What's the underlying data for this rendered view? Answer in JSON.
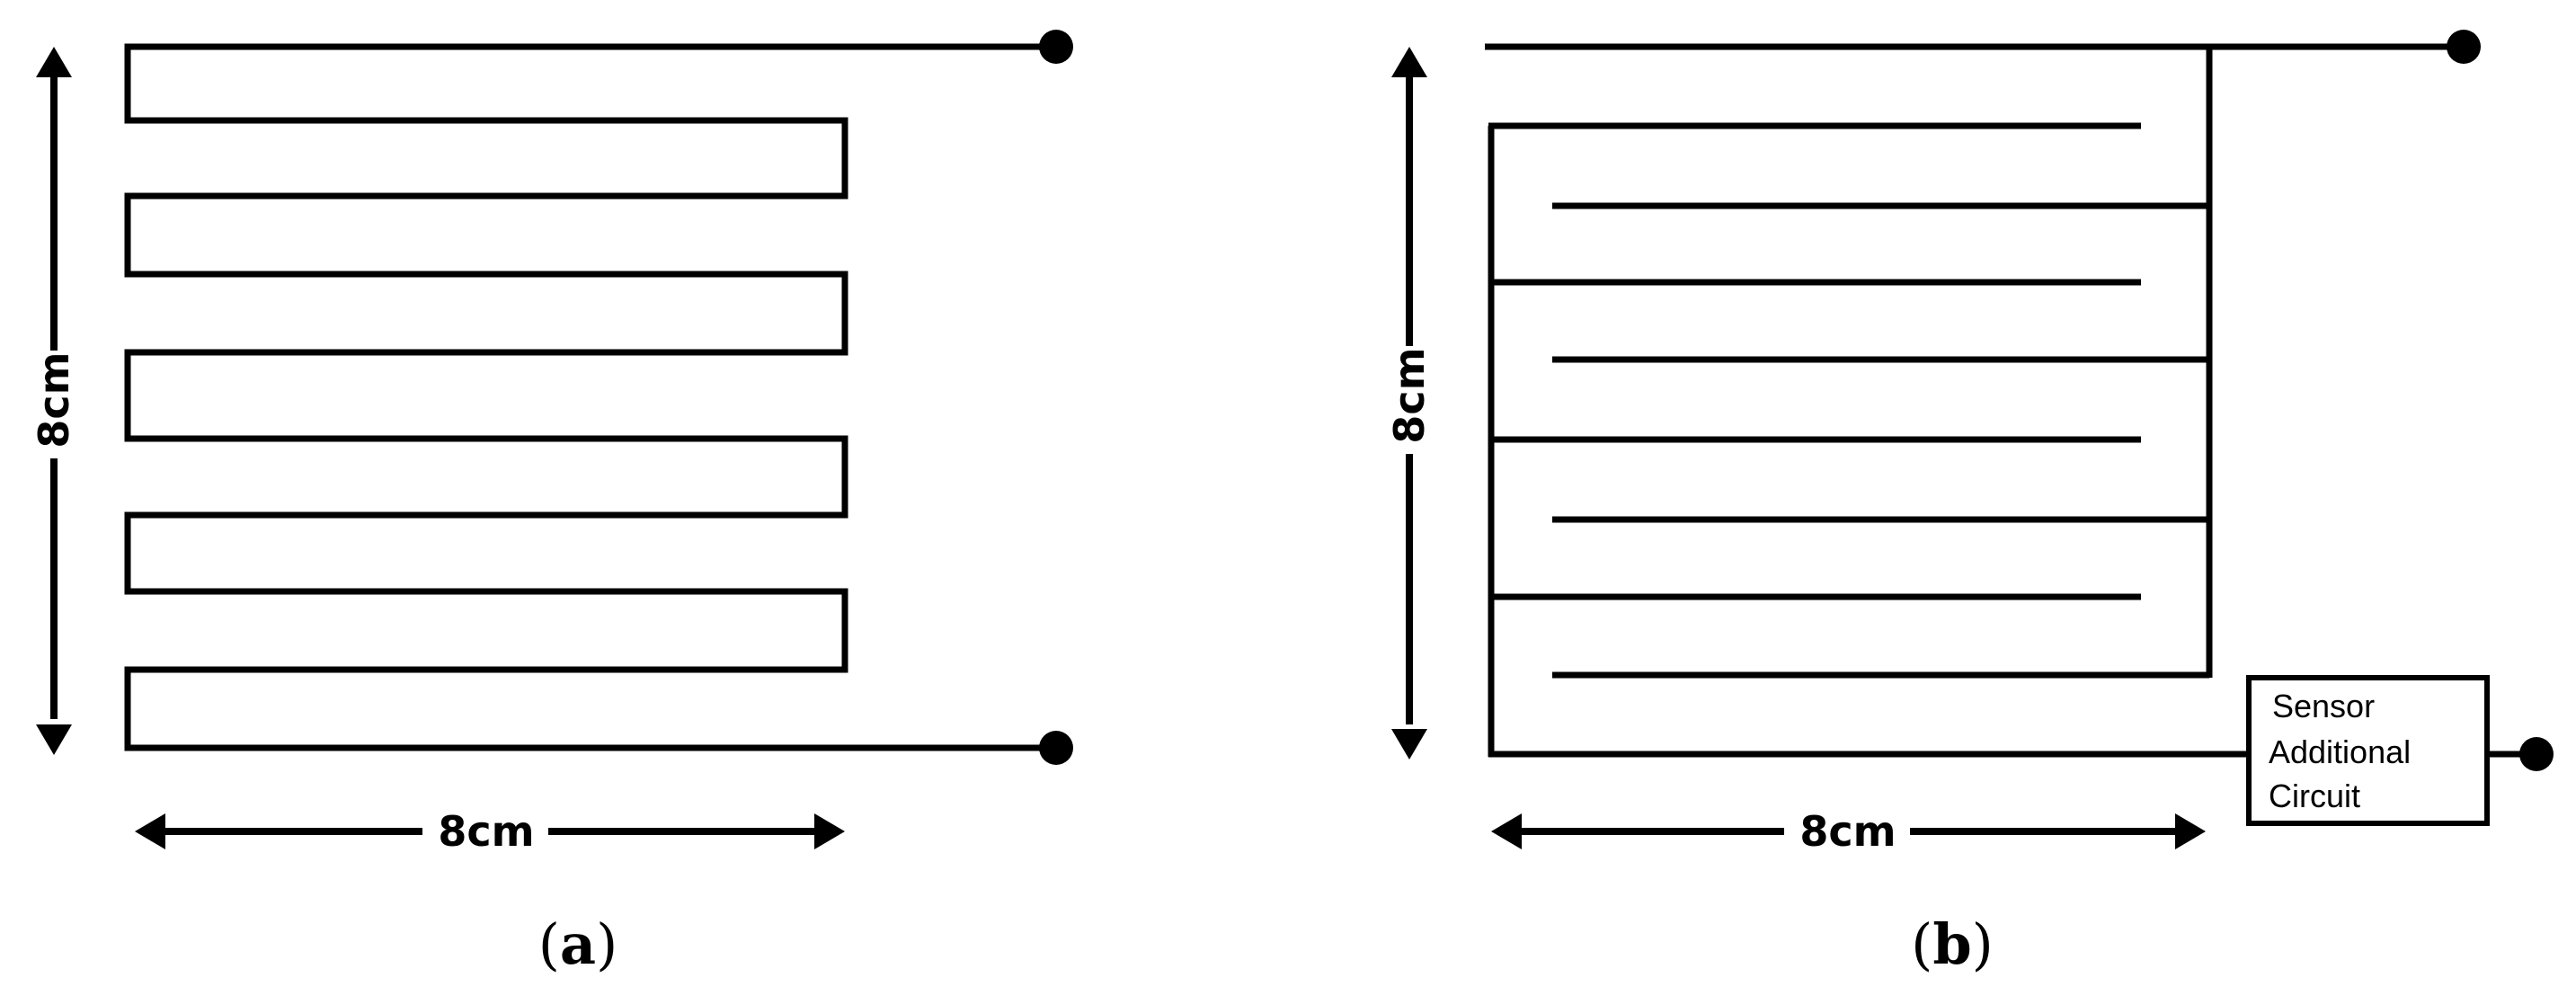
{
  "panel_a": {
    "caption_letter": "a",
    "height_label": "8cm",
    "width_label": "8cm"
  },
  "panel_b": {
    "caption_letter": "b",
    "height_label": "8cm",
    "width_label": "8cm",
    "box_lines": [
      "Sensor",
      "Additional",
      "Circuit"
    ]
  }
}
